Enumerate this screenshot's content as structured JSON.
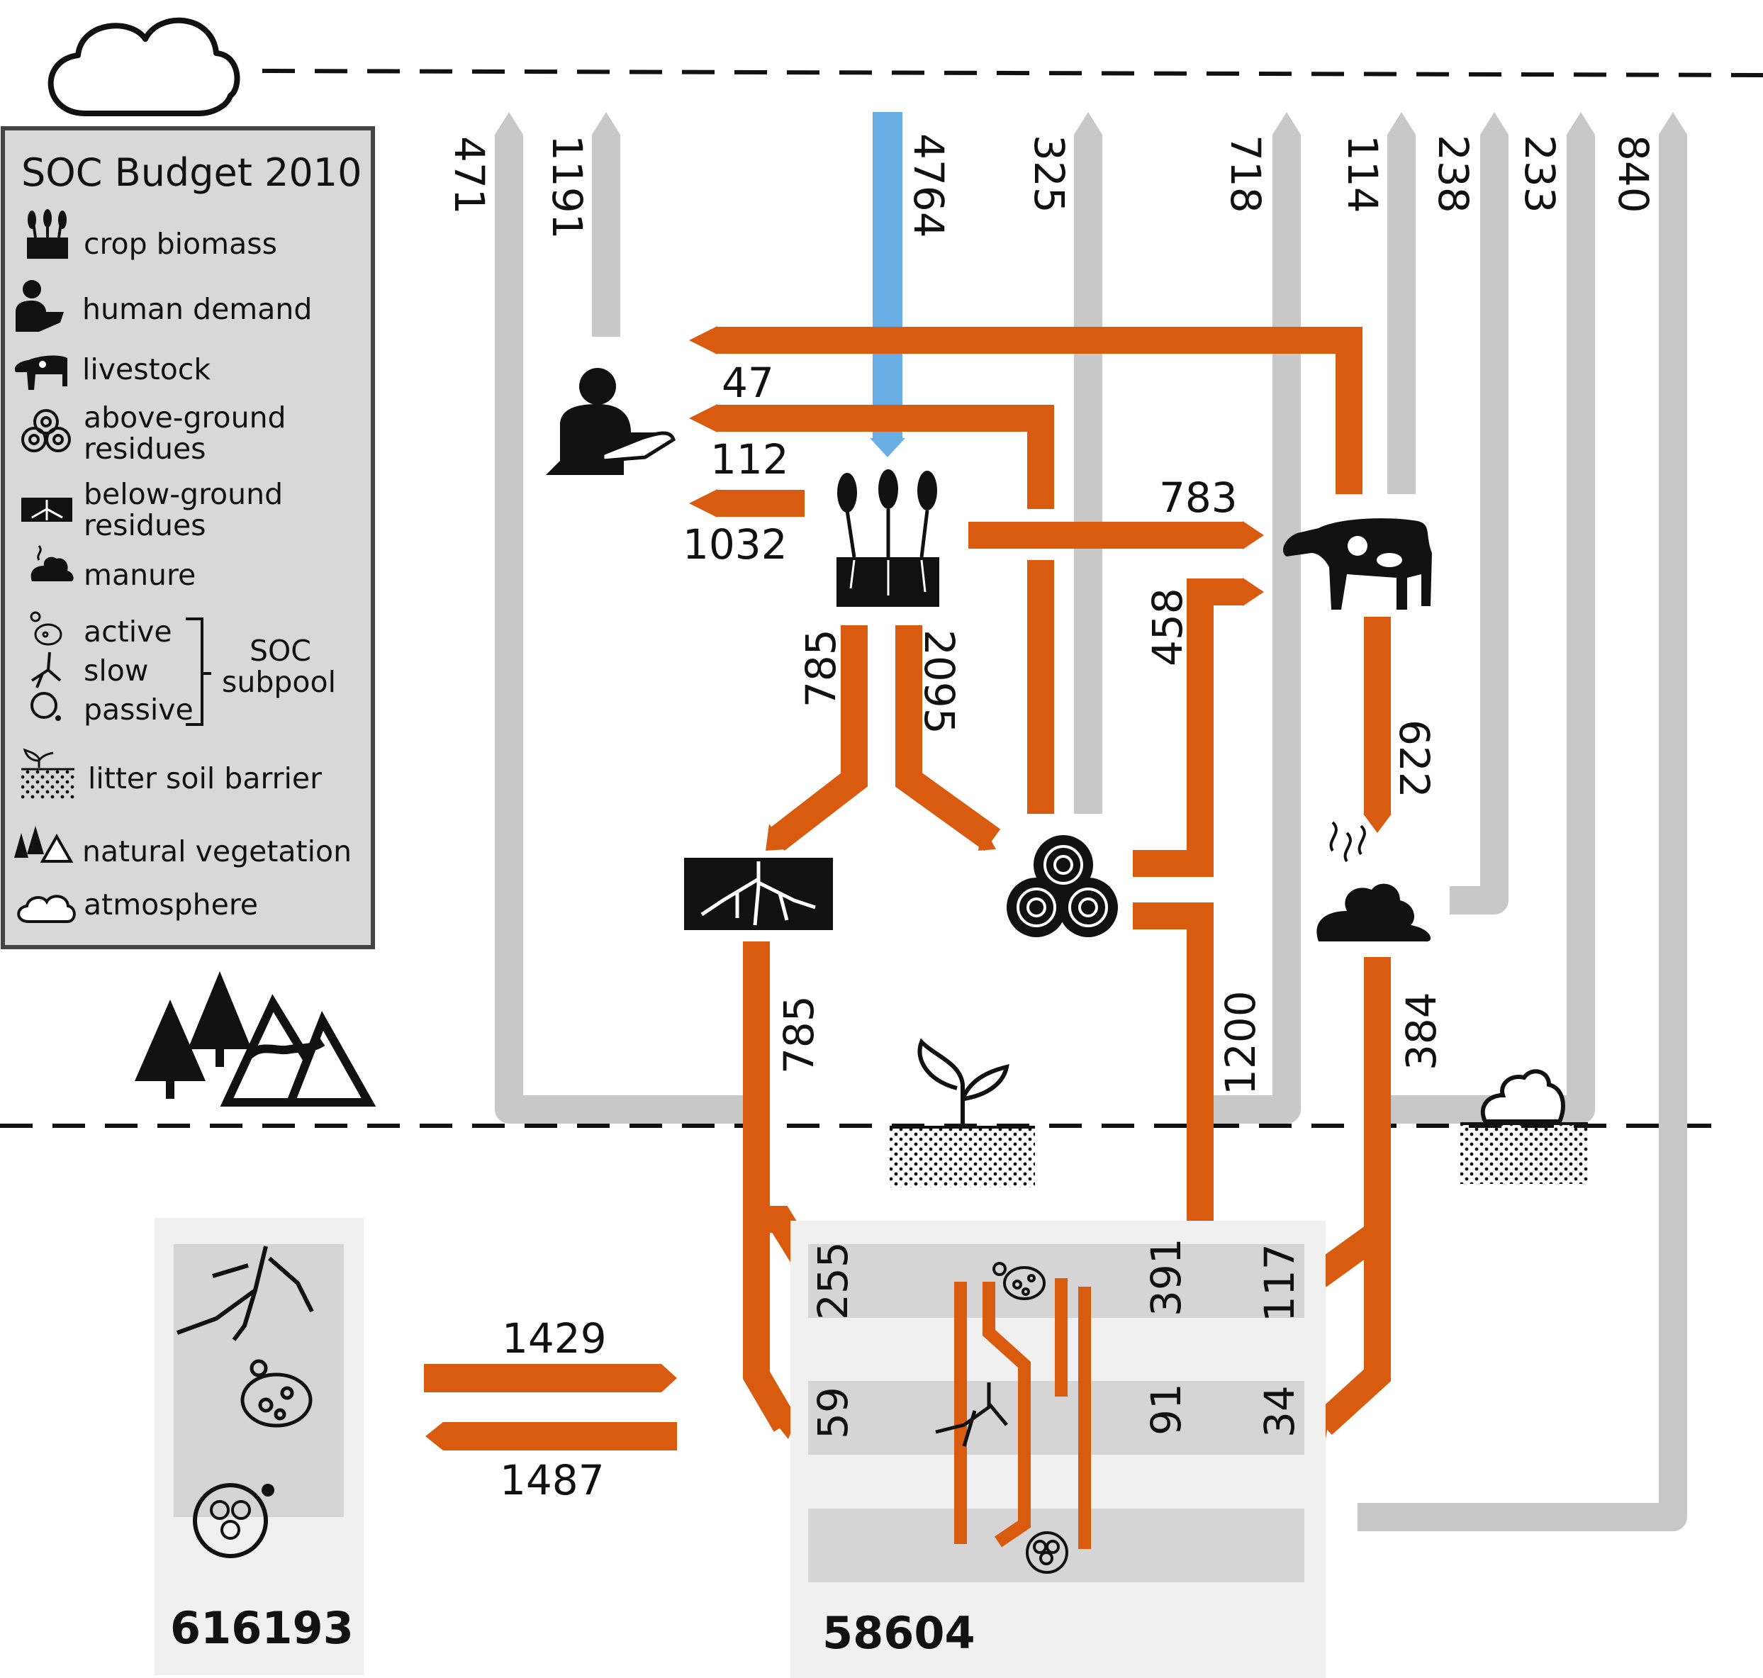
{
  "legend": {
    "title": "SOC Budget 2010",
    "items": {
      "crop_biomass": "crop biomass",
      "human_demand": "human demand",
      "livestock": "livestock",
      "above_ground_1": "above-ground",
      "above_ground_2": "residues",
      "below_ground_1": "below-ground",
      "below_ground_2": "residues",
      "manure": "manure",
      "active": "active",
      "slow": "slow",
      "passive": "passive",
      "soc_1": "SOC",
      "soc_2": "subpool",
      "litter": "litter soil barrier",
      "natural_vegetation": "natural vegetation",
      "atmosphere": "atmosphere"
    }
  },
  "flows": {
    "emis_471": "471",
    "emis_1191": "1191",
    "photo_4764": "4764",
    "emis_325": "325",
    "emis_718": "718",
    "emis_114": "114",
    "emis_238": "238",
    "emis_233": "233",
    "emis_840": "840",
    "livestock_to_human_47": "47",
    "human_to_residues_112": "112",
    "crop_to_human_1032": "1032",
    "crop_to_livestock_783": "783",
    "residues_to_livestock_458": "458",
    "crop_to_belowground_785": "785",
    "crop_to_aboveground_2095": "2095",
    "livestock_to_manure_622": "622",
    "belowground_to_soil_785": "785",
    "aboveground_to_soil_1200": "1200",
    "manure_to_soil_384": "384",
    "bg_to_active_255": "255",
    "bg_to_slow_59": "59",
    "ag_to_active_391": "391",
    "ag_to_slow_91": "91",
    "manure_to_active_117": "117",
    "manure_to_slow_34": "34",
    "nat_to_crop_1429": "1429",
    "crop_to_nat_1487": "1487"
  },
  "stocks": {
    "natural_stock": "616193",
    "cropland_stock": "58604"
  },
  "colors": {
    "orange": "#d95b0f",
    "grey": "#c8c8c8",
    "blue": "#6aaee6",
    "black": "#111111",
    "legend_bg": "#d8d8d8",
    "pool_bg": "#f0f0f0",
    "subpool": "#d5d5d5"
  },
  "icons": [
    "cloud-icon",
    "crop-icon",
    "human-icon",
    "cow-icon",
    "residues-icon",
    "roots-icon",
    "manure-icon",
    "microbe-icon",
    "passive-aggregate-icon",
    "litter-sprout-icon",
    "trees-icon",
    "mountains-icon"
  ]
}
